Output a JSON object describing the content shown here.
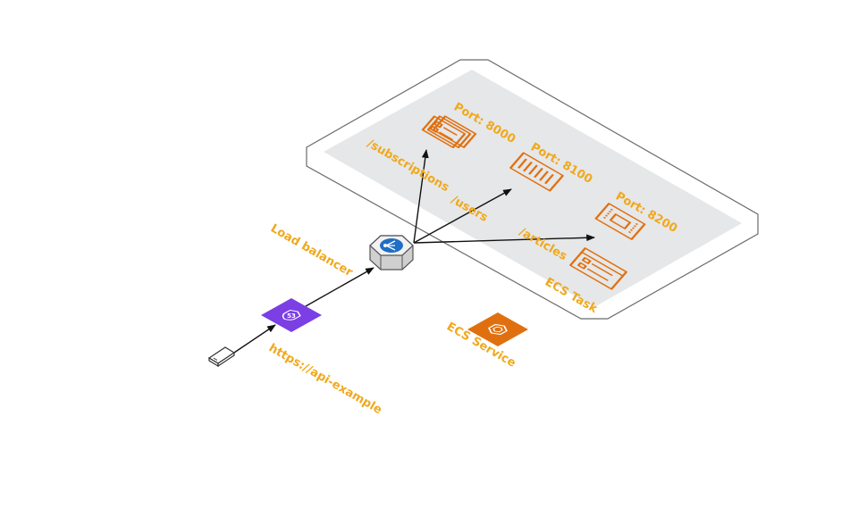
{
  "diagram": {
    "cluster_label": "ECS Task",
    "service_label": "ECS Service",
    "load_balancer_label": "Load balancer",
    "url_label": "https://api-example",
    "routes": {
      "subscriptions": "/subscriptions",
      "users": "/users",
      "articles": "/articles"
    },
    "ports": {
      "subscriptions": "Port: 8000",
      "users": "Port: 8100",
      "articles": "Port: 8200"
    },
    "colors": {
      "accent_label": "#f0a81c",
      "ecs_orange": "#e0700f",
      "route53_purple": "#7b3fe4",
      "elb_blue": "#1f6fc4",
      "panel_fill": "#e6e7e8",
      "platform_stroke": "#6b6b6b"
    },
    "icons": {
      "client": "mobile-device-icon",
      "dns": "route53-icon",
      "load_balancer": "elastic-load-balancer-icon",
      "service": "ecs-service-icon",
      "task": "ecs-task-icon"
    }
  }
}
